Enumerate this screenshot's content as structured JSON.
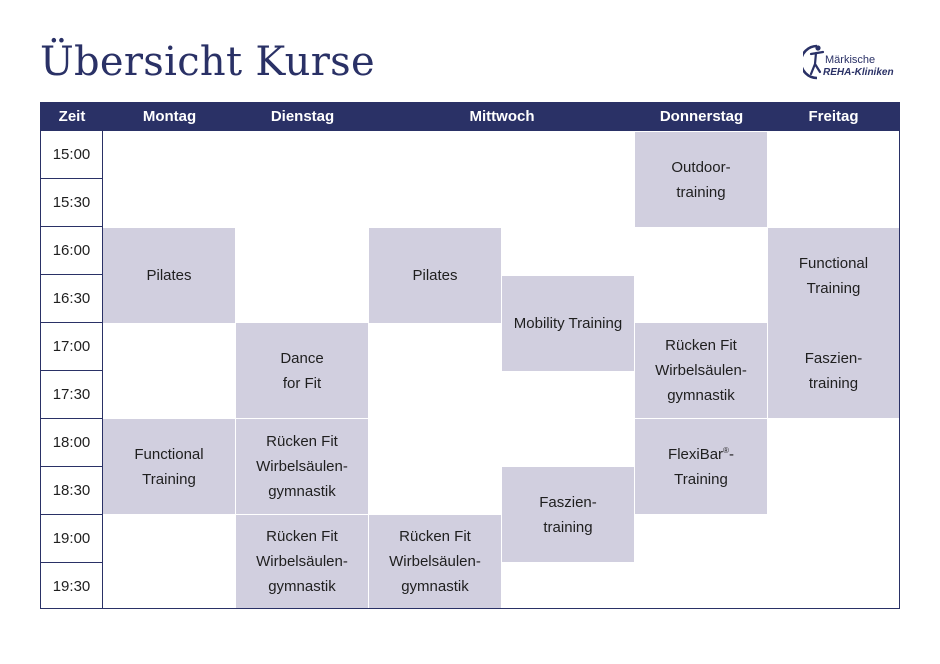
{
  "title": "Übersicht Kurse",
  "logo": {
    "line1": "Märkische",
    "line2": "REHA-Kliniken",
    "color": "#2a3166"
  },
  "colors": {
    "header_bg": "#2a3166",
    "course_block": "#d1cfdf",
    "border": "#2a3166"
  },
  "header": {
    "time": "Zeit",
    "days": [
      "Montag",
      "Dienstag",
      "Mittwoch",
      "Donnerstag",
      "Freitag"
    ]
  },
  "times": [
    "15:00",
    "15:30",
    "16:00",
    "16:30",
    "17:00",
    "17:30",
    "18:00",
    "18:30",
    "19:00",
    "19:30"
  ],
  "courses": [
    {
      "day": "Montag",
      "start": "16:00",
      "end": "17:00",
      "name": "Pilates"
    },
    {
      "day": "Montag",
      "start": "18:00",
      "end": "19:00",
      "name": "Functional\nTraining"
    },
    {
      "day": "Dienstag",
      "start": "17:00",
      "end": "18:00",
      "name": "Dance\nfor Fit"
    },
    {
      "day": "Dienstag",
      "start": "18:00",
      "end": "19:00",
      "name": "Rücken Fit\nWirbelsäulen-\ngymnastik"
    },
    {
      "day": "Dienstag",
      "start": "19:00",
      "end": "20:00",
      "name": "Rücken Fit\nWirbelsäulen-\ngymnastik"
    },
    {
      "day": "Mittwoch",
      "start": "16:00",
      "end": "17:00",
      "name": "Pilates"
    },
    {
      "day": "Mittwoch",
      "start": "16:30",
      "end": "17:30",
      "name": "Mobility Training"
    },
    {
      "day": "Mittwoch",
      "start": "18:30",
      "end": "19:30",
      "name": "Faszien-\ntraining"
    },
    {
      "day": "Mittwoch",
      "start": "19:00",
      "end": "20:00",
      "name": "Rücken Fit\nWirbelsäulen-\ngymnastik"
    },
    {
      "day": "Donnerstag",
      "start": "15:00",
      "end": "16:00",
      "name": "Outdoor-\ntraining"
    },
    {
      "day": "Donnerstag",
      "start": "17:00",
      "end": "18:00",
      "name": "Rücken Fit\nWirbelsäulen-\ngymnastik"
    },
    {
      "day": "Donnerstag",
      "start": "18:00",
      "end": "19:00",
      "name": "FlexiBar®-\nTraining"
    },
    {
      "day": "Freitag",
      "start": "16:00",
      "end": "17:00",
      "name": "Functional\nTraining"
    },
    {
      "day": "Freitag",
      "start": "17:00",
      "end": "18:00",
      "name": "Faszien-\ntraining"
    }
  ]
}
